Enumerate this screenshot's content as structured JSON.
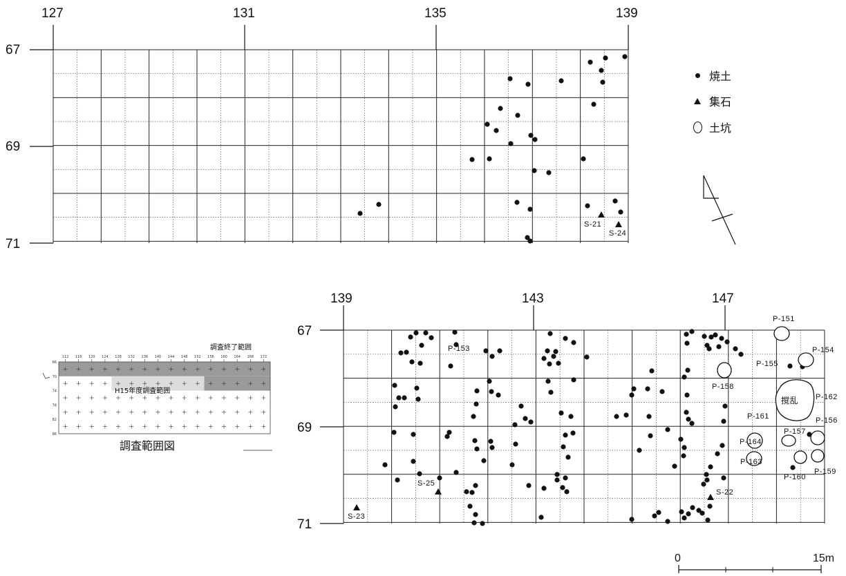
{
  "legend": [
    {
      "icon": "dot-icon",
      "label": "焼土"
    },
    {
      "icon": "triangle-icon",
      "label": "集石"
    },
    {
      "icon": "ellipse-icon",
      "label": "土坑"
    }
  ],
  "upper_plan": {
    "x_labels": [
      "127",
      "131",
      "135",
      "139"
    ],
    "y_labels": [
      "67",
      "69",
      "71"
    ],
    "stone_labels": [
      "S-21",
      "S-24"
    ]
  },
  "lower_plan": {
    "x_labels": [
      "139",
      "143",
      "147"
    ],
    "y_labels": [
      "67",
      "69",
      "71"
    ],
    "stone_labels": [
      "S-23",
      "S-25",
      "S-22"
    ],
    "pit_labels": [
      "P-151",
      "P-153",
      "P-154",
      "P-155",
      "P-158",
      "P-162",
      "P-161",
      "P-156",
      "P-157",
      "P-164",
      "P-163",
      "P-159",
      "P-160"
    ],
    "disturbance_label": "撹乱"
  },
  "inset": {
    "title": "調査範囲図",
    "completed_label": "調査終了範囲",
    "current_label": "H15年度調査範囲",
    "col_labels": [
      "112",
      "116",
      "120",
      "124",
      "128",
      "132",
      "136",
      "140",
      "144",
      "148",
      "152",
      "156",
      "160",
      "164",
      "168",
      "172"
    ],
    "row_labels": [
      "66",
      "70",
      "74",
      "78",
      "82",
      "86"
    ]
  },
  "scale_bar": {
    "start": "0",
    "end": "15m"
  },
  "colors": {
    "ink": "#111111",
    "grid": "#222222",
    "shade_dark": "#9a9a9a",
    "shade_light": "#dcdcdc"
  }
}
